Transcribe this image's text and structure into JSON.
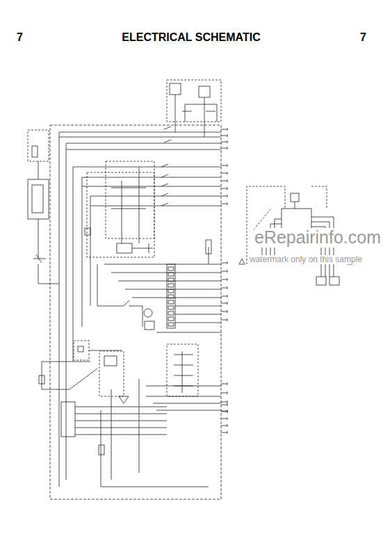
{
  "diagram": {
    "title": "ELECTRICAL SCHEMATIC",
    "labels": [
      "7",
      "7",
      "eRepairinfo.com",
      "watermark only on this sample"
    ]
  }
}
